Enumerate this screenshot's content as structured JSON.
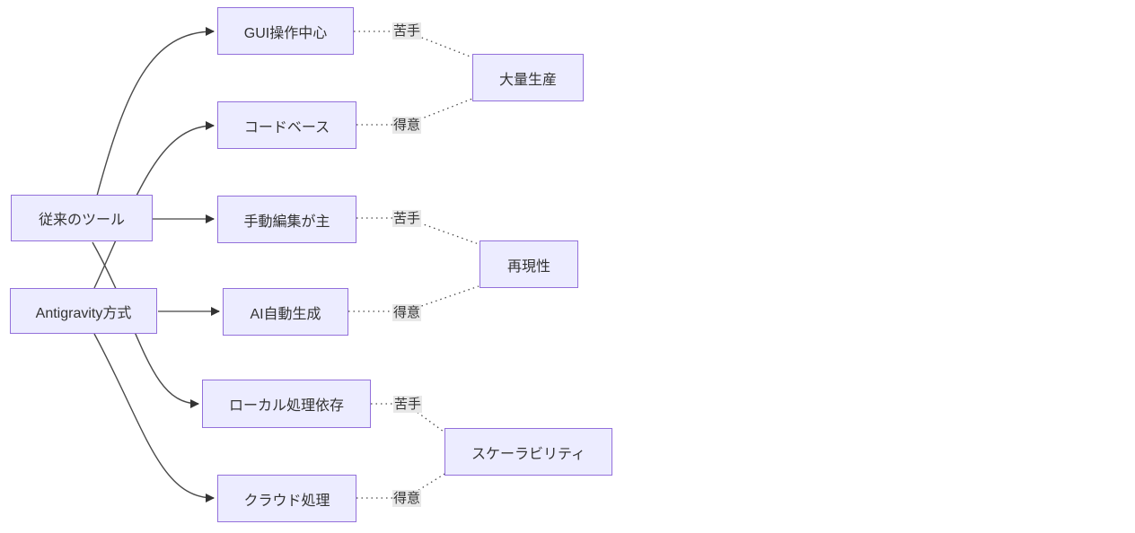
{
  "diagram": {
    "type": "flowchart-LR",
    "background_color": "#ffffff",
    "node_fill_color": "#ECECFF",
    "node_border_color": "#9370DB",
    "edge_color": "#4a4a4a",
    "edge_label_background": "#e8e8e8",
    "text_color": "#333333"
  },
  "nodes": [
    {
      "id": "traditional",
      "label": "従来のツール"
    },
    {
      "id": "antigravity",
      "label": "Antigravity方式"
    },
    {
      "id": "gui",
      "label": "GUI操作中心"
    },
    {
      "id": "codebase",
      "label": "コードベース"
    },
    {
      "id": "manual",
      "label": "手動編集が主"
    },
    {
      "id": "ai",
      "label": "AI自動生成"
    },
    {
      "id": "local",
      "label": "ローカル処理依存"
    },
    {
      "id": "cloud",
      "label": "クラウド処理"
    },
    {
      "id": "mass",
      "label": "大量生産"
    },
    {
      "id": "repro",
      "label": "再現性"
    },
    {
      "id": "scale",
      "label": "スケーラビリティ"
    }
  ],
  "edges": [
    {
      "from": "従来のツール",
      "to": "GUI操作中心",
      "label": "",
      "style": "solid-arrow"
    },
    {
      "from": "従来のツール",
      "to": "手動編集が主",
      "label": "",
      "style": "solid-arrow"
    },
    {
      "from": "従来のツール",
      "to": "ローカル処理依存",
      "label": "",
      "style": "solid-arrow"
    },
    {
      "from": "Antigravity方式",
      "to": "コードベース",
      "label": "",
      "style": "solid-arrow"
    },
    {
      "from": "Antigravity方式",
      "to": "AI自動生成",
      "label": "",
      "style": "solid-arrow"
    },
    {
      "from": "Antigravity方式",
      "to": "クラウド処理",
      "label": "",
      "style": "solid-arrow"
    },
    {
      "from": "GUI操作中心",
      "to": "大量生産",
      "label": "苦手",
      "style": "dotted"
    },
    {
      "from": "コードベース",
      "to": "大量生産",
      "label": "得意",
      "style": "dotted"
    },
    {
      "from": "手動編集が主",
      "to": "再現性",
      "label": "苦手",
      "style": "dotted"
    },
    {
      "from": "AI自動生成",
      "to": "再現性",
      "label": "得意",
      "style": "dotted"
    },
    {
      "from": "ローカル処理依存",
      "to": "スケーラビリティ",
      "label": "苦手",
      "style": "dotted"
    },
    {
      "from": "クラウド処理",
      "to": "スケーラビリティ",
      "label": "得意",
      "style": "dotted"
    }
  ],
  "edge_labels": [
    {
      "text": "苦手"
    },
    {
      "text": "得意"
    },
    {
      "text": "苦手"
    },
    {
      "text": "得意"
    },
    {
      "text": "苦手"
    },
    {
      "text": "得意"
    }
  ]
}
